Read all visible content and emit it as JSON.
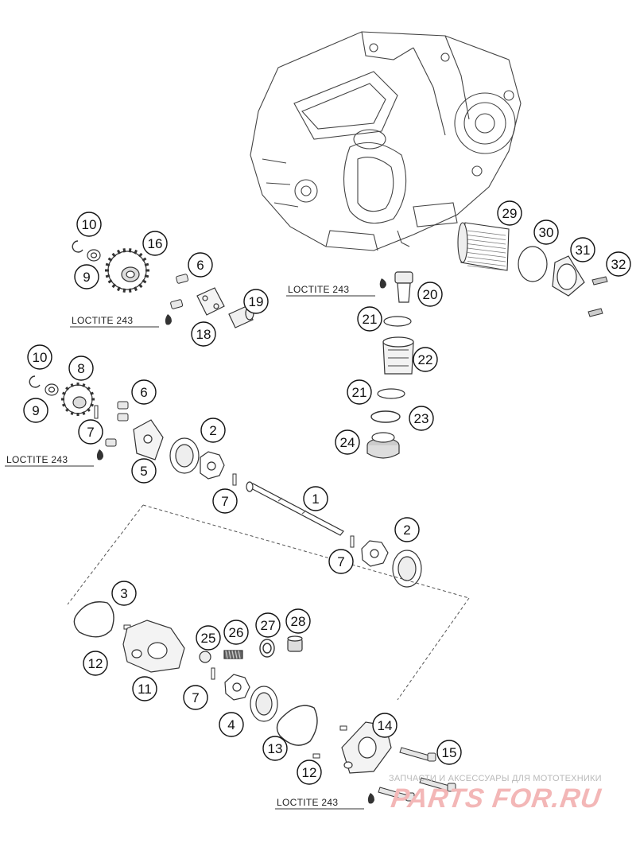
{
  "watermark": {
    "tagline": "ЗАПЧАСТИ И АКСЕССУАРЫ ДЛЯ МОТОТЕХНИКИ",
    "logo": "PARTS FOR.RU"
  },
  "loctite_labels": [
    {
      "id": "loctite-1",
      "text": "LOCTITE 243"
    },
    {
      "id": "loctite-2",
      "text": "LOCTITE 243"
    },
    {
      "id": "loctite-3",
      "text": "LOCTITE 243"
    },
    {
      "id": "loctite-4",
      "text": "LOCTITE 243"
    }
  ],
  "callouts": [
    {
      "id": "c10a",
      "label": "10"
    },
    {
      "id": "c16",
      "label": "16"
    },
    {
      "id": "c9a",
      "label": "9"
    },
    {
      "id": "c6a",
      "label": "6"
    },
    {
      "id": "c19",
      "label": "19"
    },
    {
      "id": "c18",
      "label": "18"
    },
    {
      "id": "c29",
      "label": "29"
    },
    {
      "id": "c30",
      "label": "30"
    },
    {
      "id": "c31",
      "label": "31"
    },
    {
      "id": "c32",
      "label": "32"
    },
    {
      "id": "c20",
      "label": "20"
    },
    {
      "id": "c21a",
      "label": "21"
    },
    {
      "id": "c22",
      "label": "22"
    },
    {
      "id": "c21b",
      "label": "21"
    },
    {
      "id": "c23",
      "label": "23"
    },
    {
      "id": "c24",
      "label": "24"
    },
    {
      "id": "c10b",
      "label": "10"
    },
    {
      "id": "c8",
      "label": "8"
    },
    {
      "id": "c9b",
      "label": "9"
    },
    {
      "id": "c6b",
      "label": "6"
    },
    {
      "id": "c7a",
      "label": "7"
    },
    {
      "id": "c2a",
      "label": "2"
    },
    {
      "id": "c5",
      "label": "5"
    },
    {
      "id": "c7b",
      "label": "7"
    },
    {
      "id": "c1",
      "label": "1"
    },
    {
      "id": "c2b",
      "label": "2"
    },
    {
      "id": "c7c",
      "label": "7"
    },
    {
      "id": "c3",
      "label": "3"
    },
    {
      "id": "c12a",
      "label": "12"
    },
    {
      "id": "c11",
      "label": "11"
    },
    {
      "id": "c25",
      "label": "25"
    },
    {
      "id": "c26",
      "label": "26"
    },
    {
      "id": "c27",
      "label": "27"
    },
    {
      "id": "c28",
      "label": "28"
    },
    {
      "id": "c7d",
      "label": "7"
    },
    {
      "id": "c4",
      "label": "4"
    },
    {
      "id": "c13",
      "label": "13"
    },
    {
      "id": "c14",
      "label": "14"
    },
    {
      "id": "c15",
      "label": "15"
    },
    {
      "id": "c12b",
      "label": "12"
    }
  ]
}
